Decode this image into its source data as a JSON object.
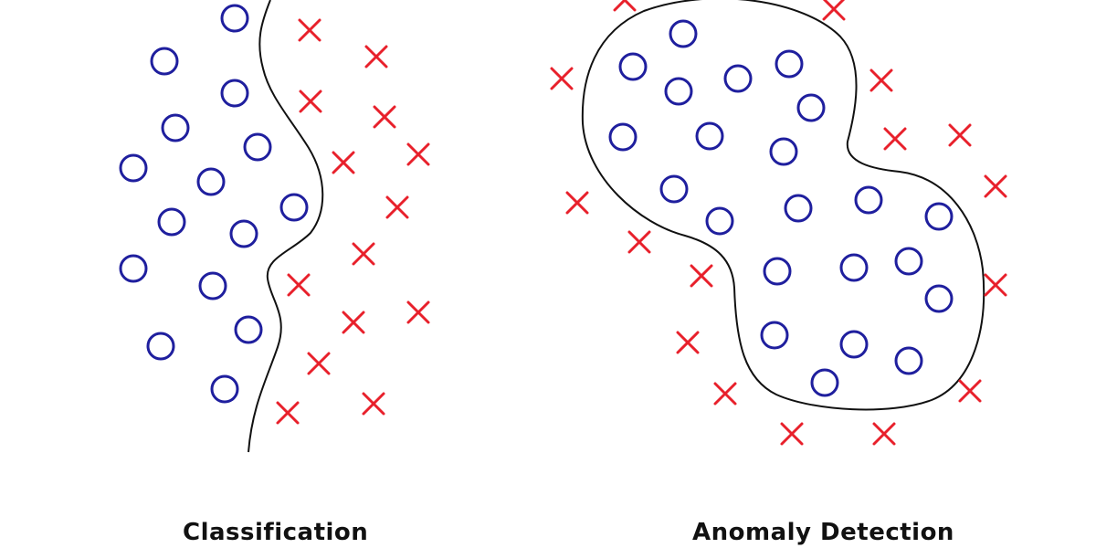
{
  "colors": {
    "normal_point": "#1f1f9e",
    "outlier_point": "#e8202b",
    "boundary": "#111111",
    "background": "#ffffff"
  },
  "point_shapes": {
    "normal": "circle",
    "outlier": "cross"
  },
  "panels": [
    {
      "id": "classification",
      "label": "Classification",
      "boundary": "curve"
    },
    {
      "id": "anomaly",
      "label": "Anomaly Detection",
      "boundary": "closed-region"
    }
  ]
}
